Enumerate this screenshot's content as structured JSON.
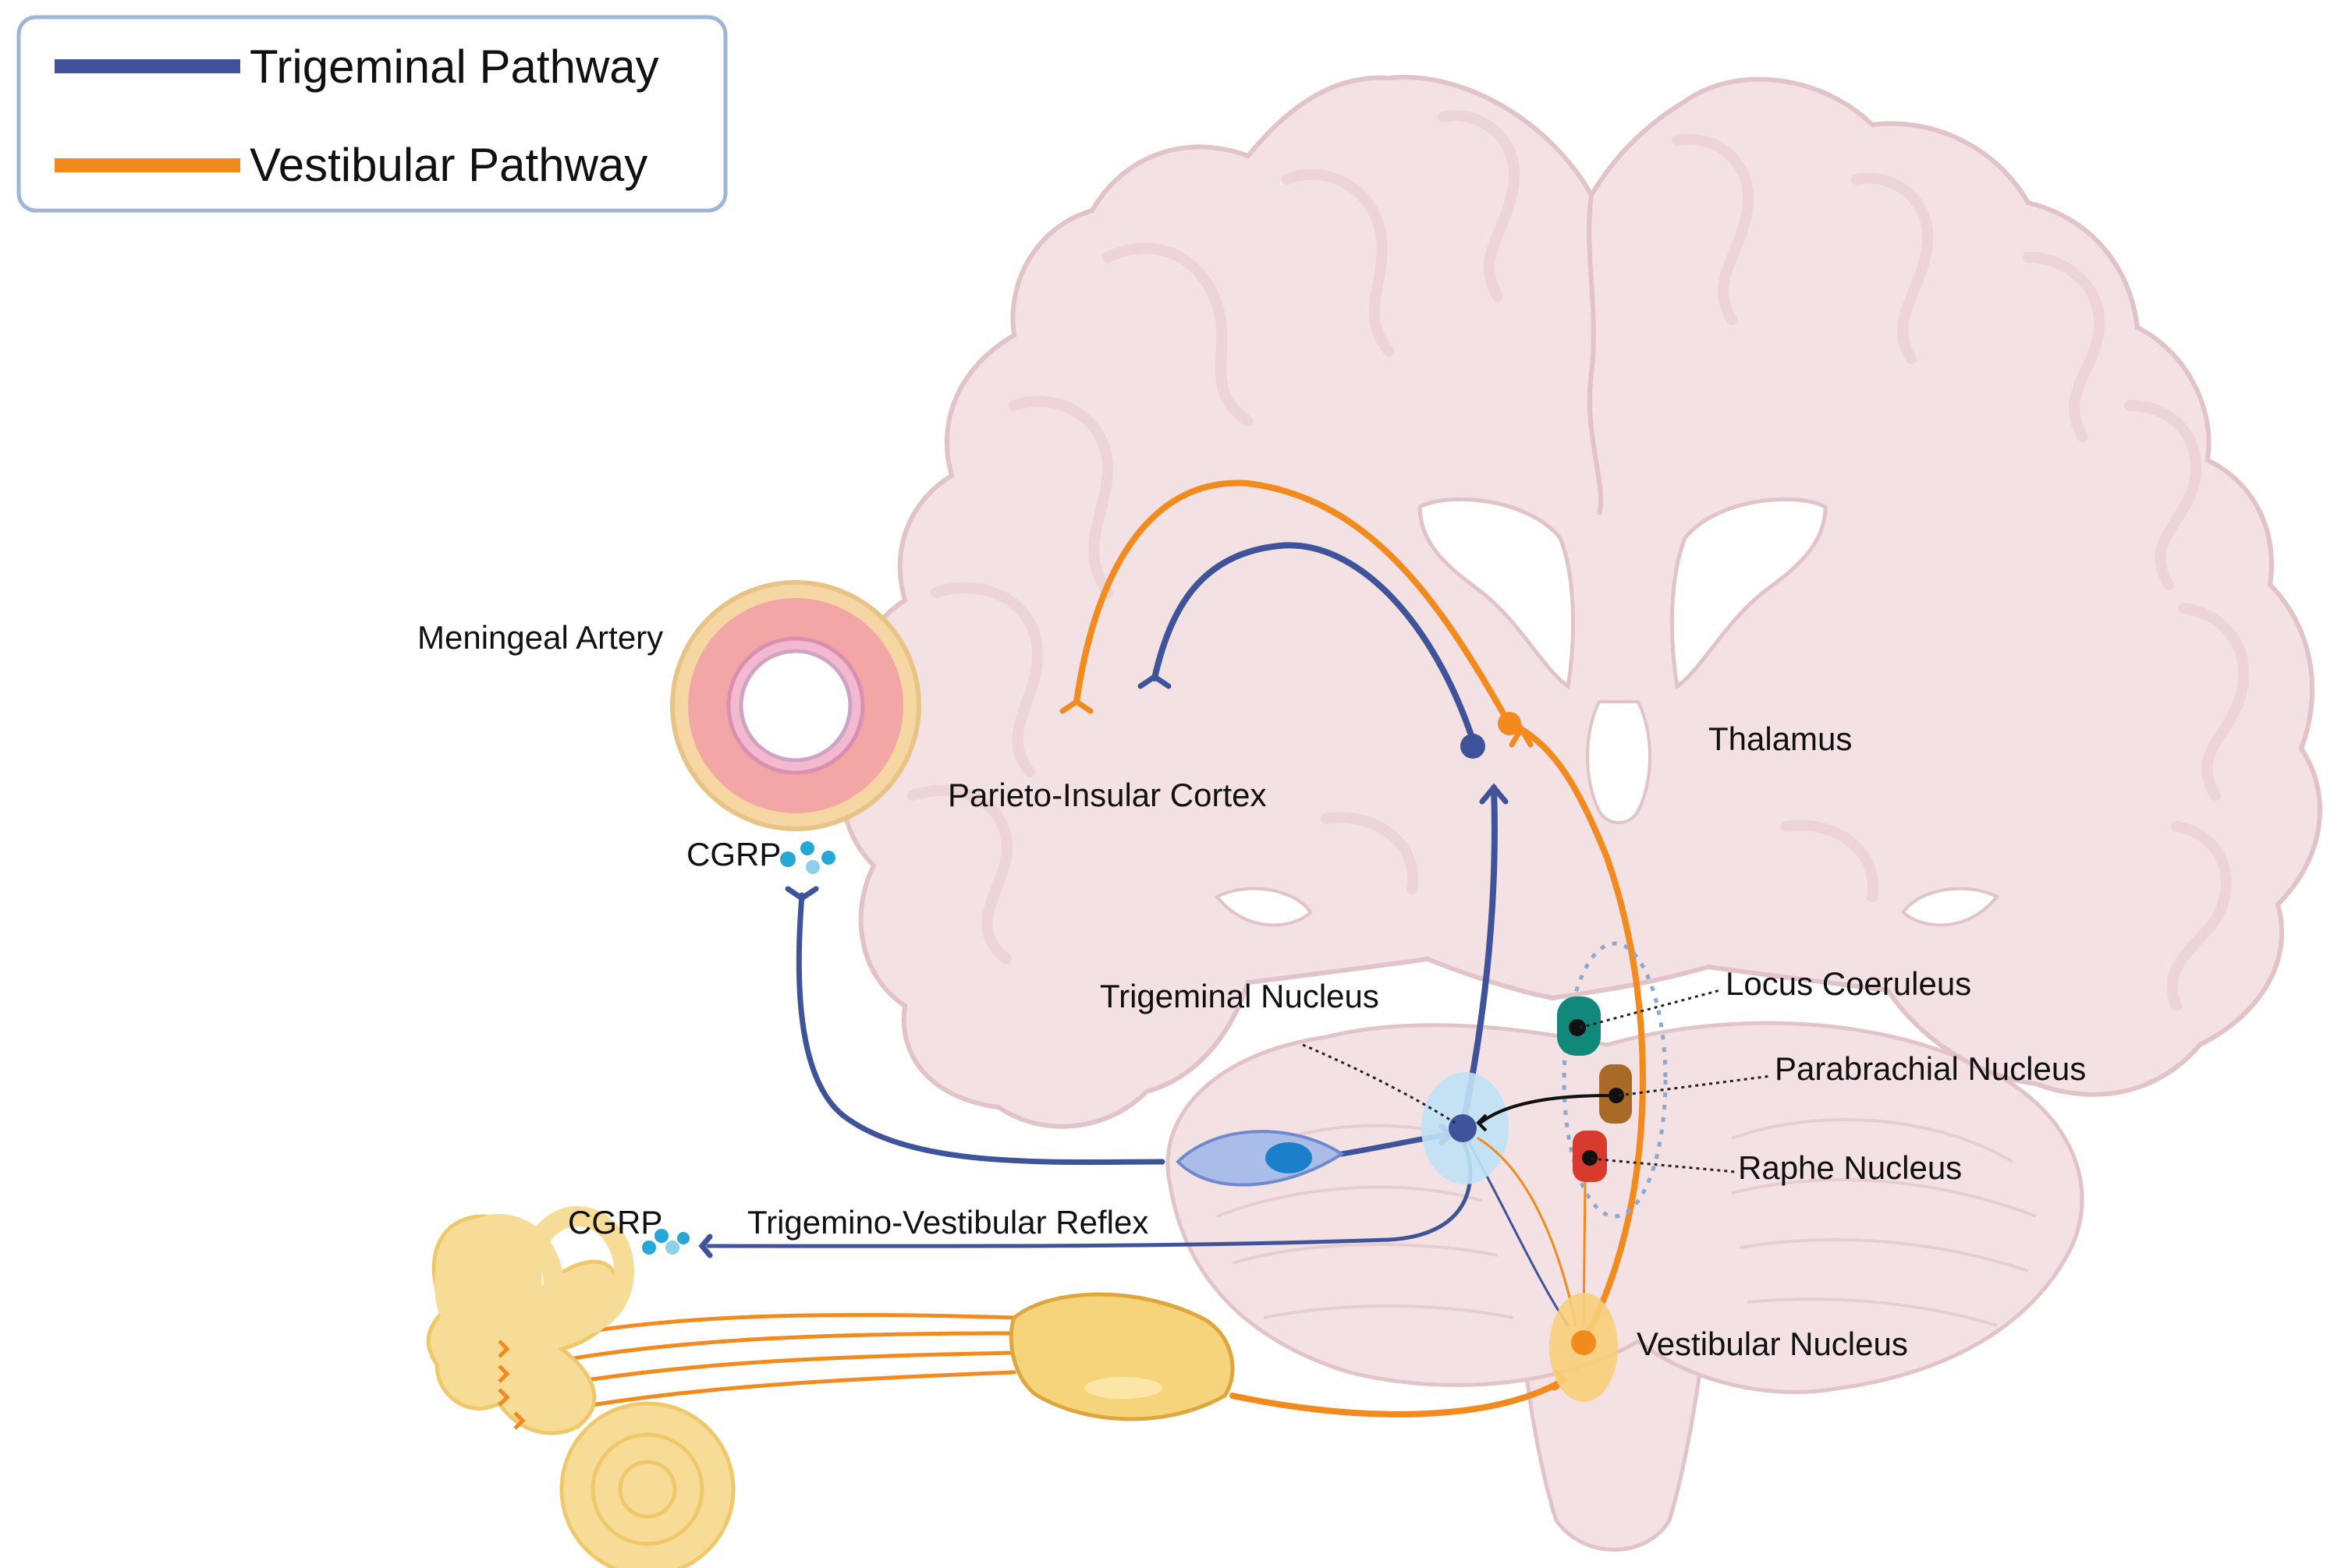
{
  "legend": {
    "items": [
      {
        "label": "Trigeminal Pathway",
        "color": "#3f539a"
      },
      {
        "label": "Vestibular Pathway",
        "color": "#f28a1e"
      }
    ],
    "border_color": "#9fb5d8"
  },
  "labels": {
    "meningeal_artery": "Meningeal Artery",
    "parieto_insular_cortex": "Parieto-Insular Cortex",
    "thalamus": "Thalamus",
    "cgrp_top": "CGRP",
    "cgrp_bottom": "CGRP",
    "trigeminal_nucleus": "Trigeminal Nucleus",
    "locus_coeruleus": "Locus Coeruleus",
    "parabrachial_nucleus": "Parabrachial Nucleus",
    "raphe_nucleus": "Raphe Nucleus",
    "trigemino_vestibular_reflex": "Trigemino-Vestibular Reflex",
    "vestibular_nucleus": "Vestibular Nucleus"
  },
  "colors": {
    "trigeminal": "#3f539a",
    "vestibular": "#f28a1e",
    "brain_fill": "#f3e1e3",
    "brain_stroke": "#e2c3c7",
    "locus_coeruleus": "#11897a",
    "parabrachial": "#a86a26",
    "raphe": "#d83a2e",
    "trigeminal_nucleus_halo": "#bfe2f5",
    "vestibular_nucleus_halo": "#f8cf7a",
    "inner_ear": "#f7dc98",
    "cgrp_dots": "#27a7d6"
  },
  "icons": [
    "brain-coronal-section",
    "artery-cross-section",
    "inner-ear-icon",
    "vestibular-ganglion-icon",
    "trigeminal-ganglion-icon"
  ]
}
